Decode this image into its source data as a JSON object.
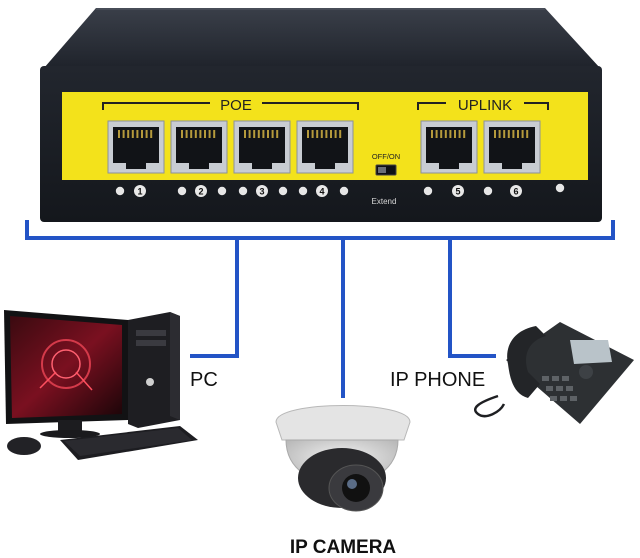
{
  "switch": {
    "poe_group_label": "POE",
    "uplink_group_label": "UPLINK",
    "switch_label": "OFF/ON",
    "extend_label": "Extend",
    "ports": [
      {
        "num": "1",
        "group": "poe"
      },
      {
        "num": "2",
        "group": "poe"
      },
      {
        "num": "3",
        "group": "poe"
      },
      {
        "num": "4",
        "group": "poe"
      },
      {
        "num": "5",
        "group": "uplink"
      },
      {
        "num": "6",
        "group": "uplink"
      }
    ]
  },
  "devices": {
    "pc_label": "PC",
    "camera_label": "IP CAMERA",
    "phone_label": "IP PHONE"
  },
  "colors": {
    "switch_body": "#1c2029",
    "faceplate": "#f3e21b",
    "connector": "#2354c6",
    "port_metal": "#c8ccd2"
  }
}
